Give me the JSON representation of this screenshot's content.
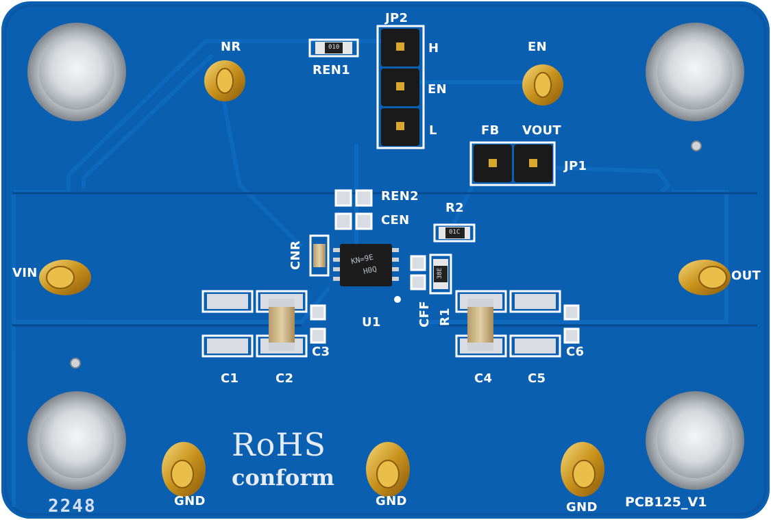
{
  "board": {
    "silkscreen": {
      "jp2": "JP2",
      "h": "H",
      "en_jumper": "EN",
      "l": "L",
      "nr": "NR",
      "ren1": "REN1",
      "en": "EN",
      "fb": "FB",
      "vout": "VOUT",
      "jp1": "JP1",
      "ren2": "REN2",
      "cen": "CEN",
      "r2": "R2",
      "cnr": "CNR",
      "vin": "VIN",
      "out": "OUT",
      "cff": "CFF",
      "r1": "R1",
      "u1": "U1",
      "c3": "C3",
      "c6": "C6",
      "c1": "C1",
      "c2": "C2",
      "c4": "C4",
      "c5": "C5",
      "gnd1": "GND",
      "gnd2": "GND",
      "gnd3": "GND",
      "rohs": "RoHS",
      "conform": "conform",
      "serial": "2248",
      "pcb_version": "PCB125_V1"
    },
    "chip_marking": [
      "KN=9E",
      "H0Q"
    ],
    "resistor_codes": {
      "ren1": "010",
      "r2": "01C",
      "r1": "38E"
    },
    "colors": {
      "board": "#0b5fb0",
      "board_dark": "#07478a",
      "copper_trace": "#0a54a0",
      "pad_tin": "#d9dde3",
      "gold": "#d9a72e",
      "silk": "#ffffff"
    }
  }
}
